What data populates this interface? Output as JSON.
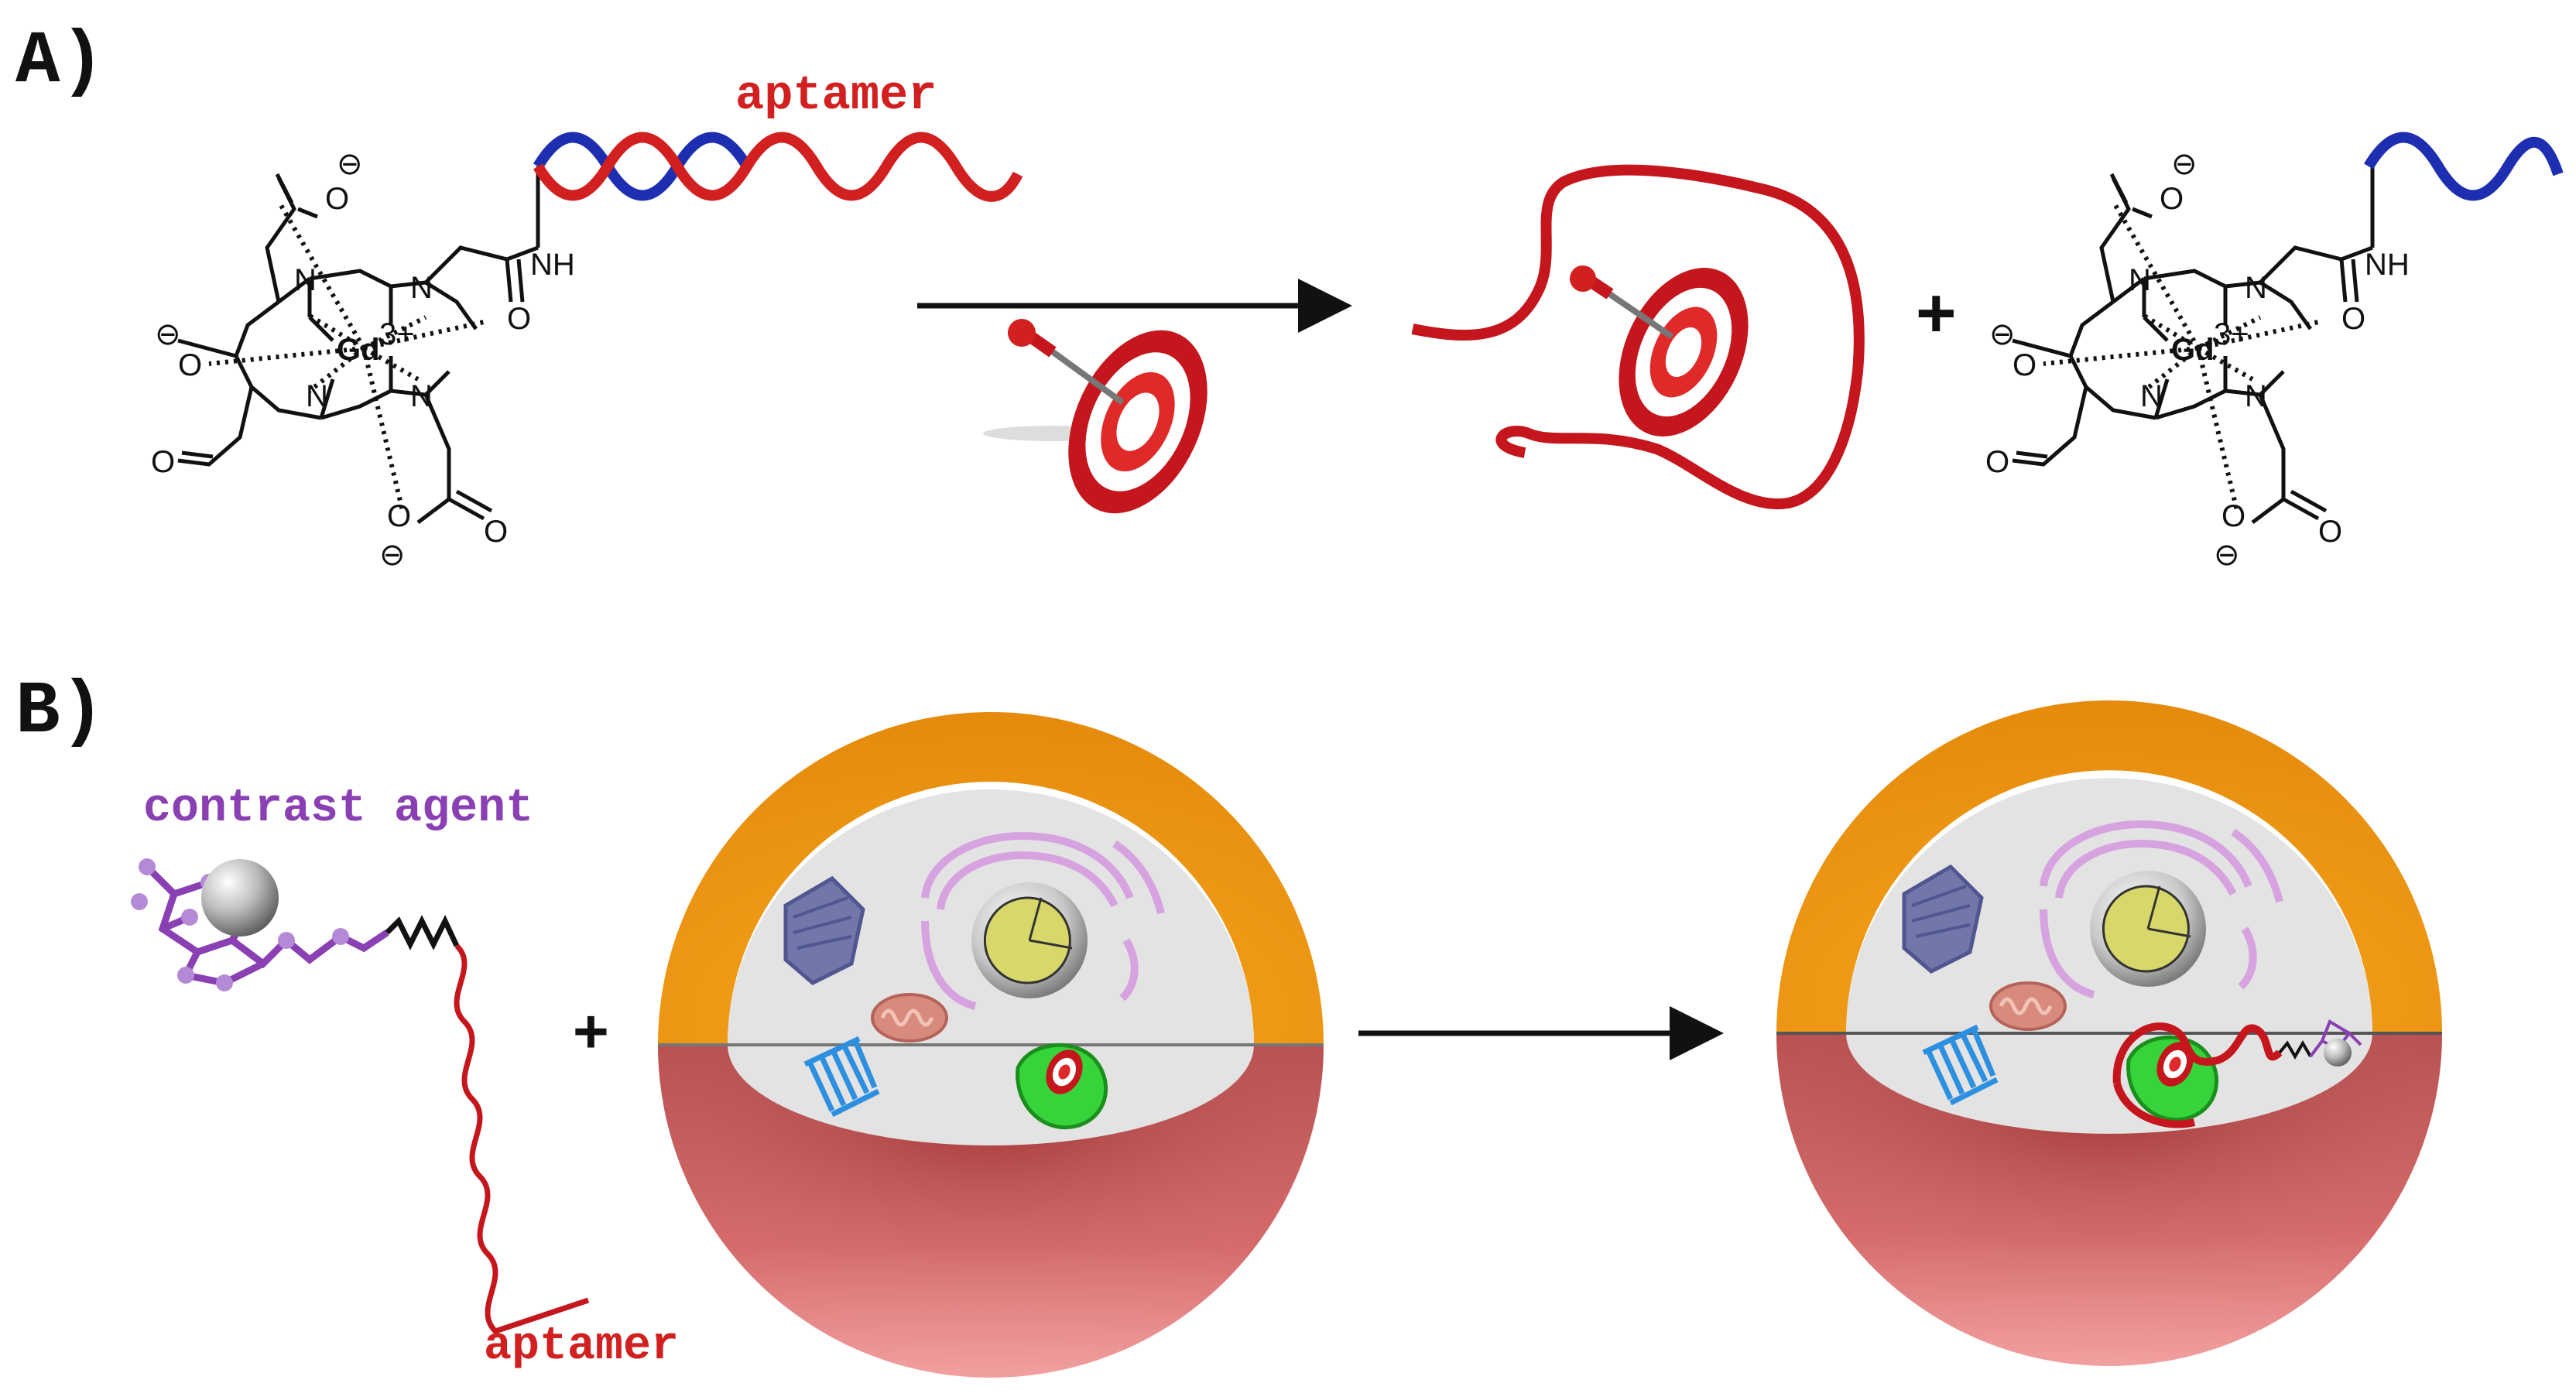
{
  "panels": [
    {
      "label": "A)"
    },
    {
      "label": "B)"
    }
  ],
  "panel_a": {
    "aptamer_label": "aptamer",
    "complex_left": {
      "metal": "Gd",
      "charge": "3+",
      "N": "N",
      "O": "O",
      "NH": "NH",
      "minus": "⊖"
    },
    "complex_right": {
      "metal": "Gd",
      "charge": "3+",
      "N": "N",
      "O": "O",
      "NH": "NH",
      "minus": "⊖"
    },
    "plus": "+"
  },
  "panel_b": {
    "contrast_label": "contrast agent",
    "aptamer_label": "aptamer",
    "plus": "+"
  },
  "colors": {
    "aptamer_red": "#d21f1f",
    "dna_blue": "#1d2fb0",
    "contrast_purple": "#8a3fb3",
    "cell_orange": "#f7a21b",
    "cell_red": "#c84a4a",
    "cytoplasm": "#e3e3e3"
  }
}
